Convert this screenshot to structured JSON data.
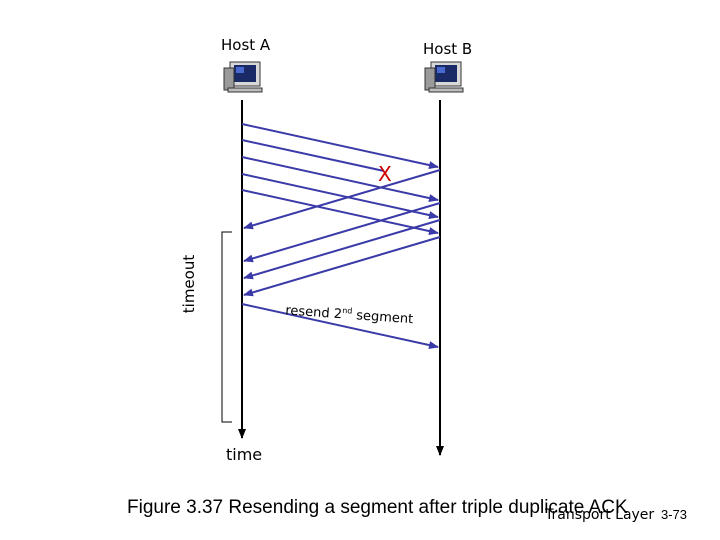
{
  "hosts": {
    "a": {
      "label": "Host A",
      "icon": "computer-icon"
    },
    "b": {
      "label": "Host B",
      "icon": "computer-icon"
    }
  },
  "loss_marker": "X",
  "timeout_label": "timeout",
  "time_label": "time",
  "resend": {
    "text": "resend 2",
    "superscript": "nd",
    "text_after": " segment"
  },
  "caption": "Figure 3.37 Resending a segment after triple duplicate ACK",
  "footer": {
    "chapter": "Transport Layer",
    "page": "3-73"
  },
  "colors": {
    "arrow": "#3a3aa8",
    "loss": "#cc0000"
  }
}
